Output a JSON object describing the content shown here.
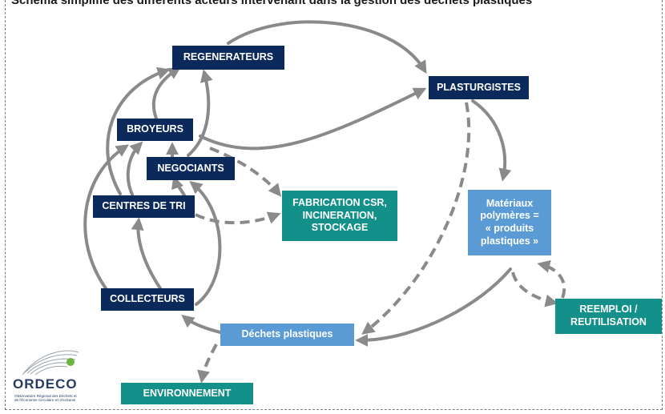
{
  "title": "Schéma simplifié des différents acteurs intervenant dans la gestion des déchets plastiques",
  "nodes": {
    "regenerateurs": "REGENERATEURS",
    "plasturgistes": "PLASTURGISTES",
    "broyeurs": "BROYEURS",
    "negociants": "NEGOCIANTS",
    "centres_de_tri": "CENTRES DE TRI",
    "fabrication_line1": "FABRICATION CSR,",
    "fabrication_line2": "INCINERATION,",
    "fabrication_line3": "STOCKAGE",
    "materiaux_line1": "Matériaux",
    "materiaux_line2": "polymères =",
    "materiaux_line3": "« produits",
    "materiaux_line4": "plastiques »",
    "collecteurs": "COLLECTEURS",
    "dechets_plastiques": "Déchets plastiques",
    "reemploi_line1": "REEMPLOI /",
    "reemploi_line2": "REUTILISATION",
    "environnement": "ENVIRONNEMENT"
  },
  "logo": {
    "name": "ORDECO",
    "subtitle_line1": "Observatoire Régional des Déchets et",
    "subtitle_line2": "de l'Économie Circulaire en Occitanie"
  },
  "colors": {
    "navy": "#0b2a5b",
    "teal": "#13908a",
    "light_blue": "#5b9bd5",
    "arrow": "#8a8a8a"
  }
}
